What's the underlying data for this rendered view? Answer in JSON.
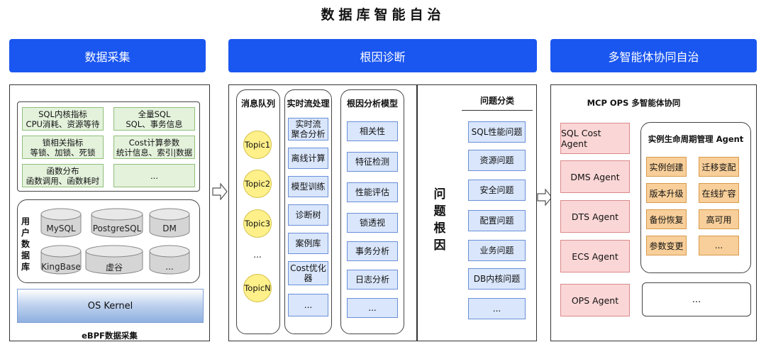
{
  "title": "数据库智能自治",
  "sections": {
    "collection": "数据采集",
    "diagnosis": "根因诊断",
    "autonomy": "多智能体协同自治"
  },
  "collection": {
    "metrics": [
      "SQL内核指标\nCPU消耗、资源等待",
      "全量SQL\nSQL、事务信息",
      "锁相关指标\n等锁、加锁、死锁",
      "Cost计算参数\n统计信息、索引|数据",
      "函数分布\n函数调用、函数耗时",
      "..."
    ],
    "user_db_label": "用户\n数据库",
    "databases": [
      "MySQL",
      "PostgreSQL",
      "DM",
      "KingBase",
      "虚谷",
      "..."
    ],
    "os_kernel": "OS Kernel",
    "footer": "eBPF数据采集"
  },
  "diagnosis": {
    "queue_header": "消息队列",
    "topics": [
      "Topic1",
      "Topic2",
      "Topic3",
      "...",
      "TopicN"
    ],
    "stream_header": "实时流处理",
    "stream_items": [
      "实时流\n聚合分析",
      "离线计算",
      "模型训练",
      "诊断树",
      "案例库",
      "Cost优化\n器",
      "..."
    ],
    "model_header": "根因分析模型",
    "model_items": [
      "相关性",
      "特征检测",
      "性能评估",
      "锁透视",
      "事务分析",
      "日志分析",
      "..."
    ],
    "root_label": "问题根因",
    "classify_header": "问题分类",
    "classify_items": [
      "SQL性能问题",
      "资源问题",
      "安全问题",
      "配置问题",
      "业务问题",
      "DB内核问题",
      "..."
    ]
  },
  "autonomy": {
    "header": "MCP OPS 多智能体协同",
    "agents": [
      "SQL Cost Agent",
      "DMS Agent",
      "DTS Agent",
      "ECS Agent",
      "OPS Agent"
    ],
    "lifecycle_header": "实例生命周期管理 Agent",
    "lifecycle_items": [
      "实例创建",
      "迁移变配",
      "版本升级",
      "在线扩容",
      "备份恢复",
      "高可用",
      "参数变更",
      "..."
    ],
    "more": "..."
  },
  "colors": {
    "band": "#1a56f0",
    "green": "#e4f2dc",
    "topic": "#fff08a",
    "blue": "#d9e6fb",
    "pink": "#fbd6d6",
    "orange": "#f8cf9a"
  }
}
